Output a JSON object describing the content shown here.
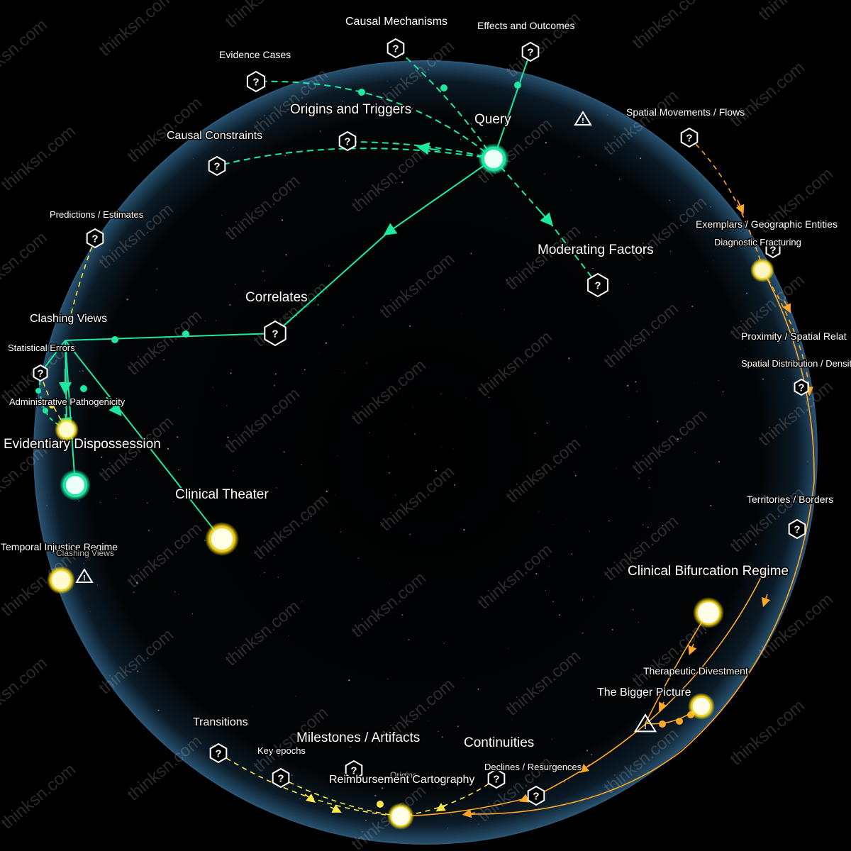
{
  "colors": {
    "background": "#000000",
    "sphere_edge": "#3b6a8e",
    "green": "#1de9a0",
    "orange": "#ffa726",
    "yellow": "#ffe94a",
    "label": "#ffffff"
  },
  "watermark": "thinksn.com",
  "labels": {
    "query": "Query",
    "causal_mechanisms": "Causal Mechanisms",
    "effects_outcomes": "Effects and Outcomes",
    "evidence_cases": "Evidence Cases",
    "origins_triggers": "Origins and Triggers",
    "causal_constraints": "Causal Constraints",
    "spatial_movements": "Spatial Movements / Flows",
    "predictions": "Predictions / Estimates",
    "moderating_factors": "Moderating Factors",
    "correlates": "Correlates",
    "clashing_views": "Clashing Views",
    "statistical_errors": "Statistical Errors",
    "administrative_pathogenicity": "Administrative Pathogenicity",
    "evidentiary_dispossession": "Evidentiary Dispossession",
    "clinical_theater": "Clinical Theater",
    "temporal_injustice": "Temporal Injustice Regime",
    "clashing_views_small": "Clashing Views",
    "exemplars_geo": "Exemplars / Geographic Entities",
    "diagnostic_fracturing": "Diagnostic Fracturing",
    "proximity": "Proximity / Spatial Relat",
    "spatial_distribution": "Spatial Distribution / Densit",
    "territories": "Territories / Borders",
    "clinical_bifurcation": "Clinical Bifurcation Regime",
    "therapeutic_divestment": "Therapeutic Divestment",
    "bigger_picture": "The Bigger Picture",
    "transitions": "Transitions",
    "key_epochs": "Key epochs",
    "milestones": "Milestones / Artifacts",
    "continuities": "Continuities",
    "origins_small": "Origins",
    "reimbursement": "Reimbursement Cartography",
    "declines": "Declines / Resurgences"
  },
  "icons": {
    "question_node": "question-hexagon-icon",
    "warning": "warning-triangle-icon",
    "glow_node": "glowing-node-icon"
  },
  "node_symbols": {
    "question": "?",
    "warning": "!"
  }
}
